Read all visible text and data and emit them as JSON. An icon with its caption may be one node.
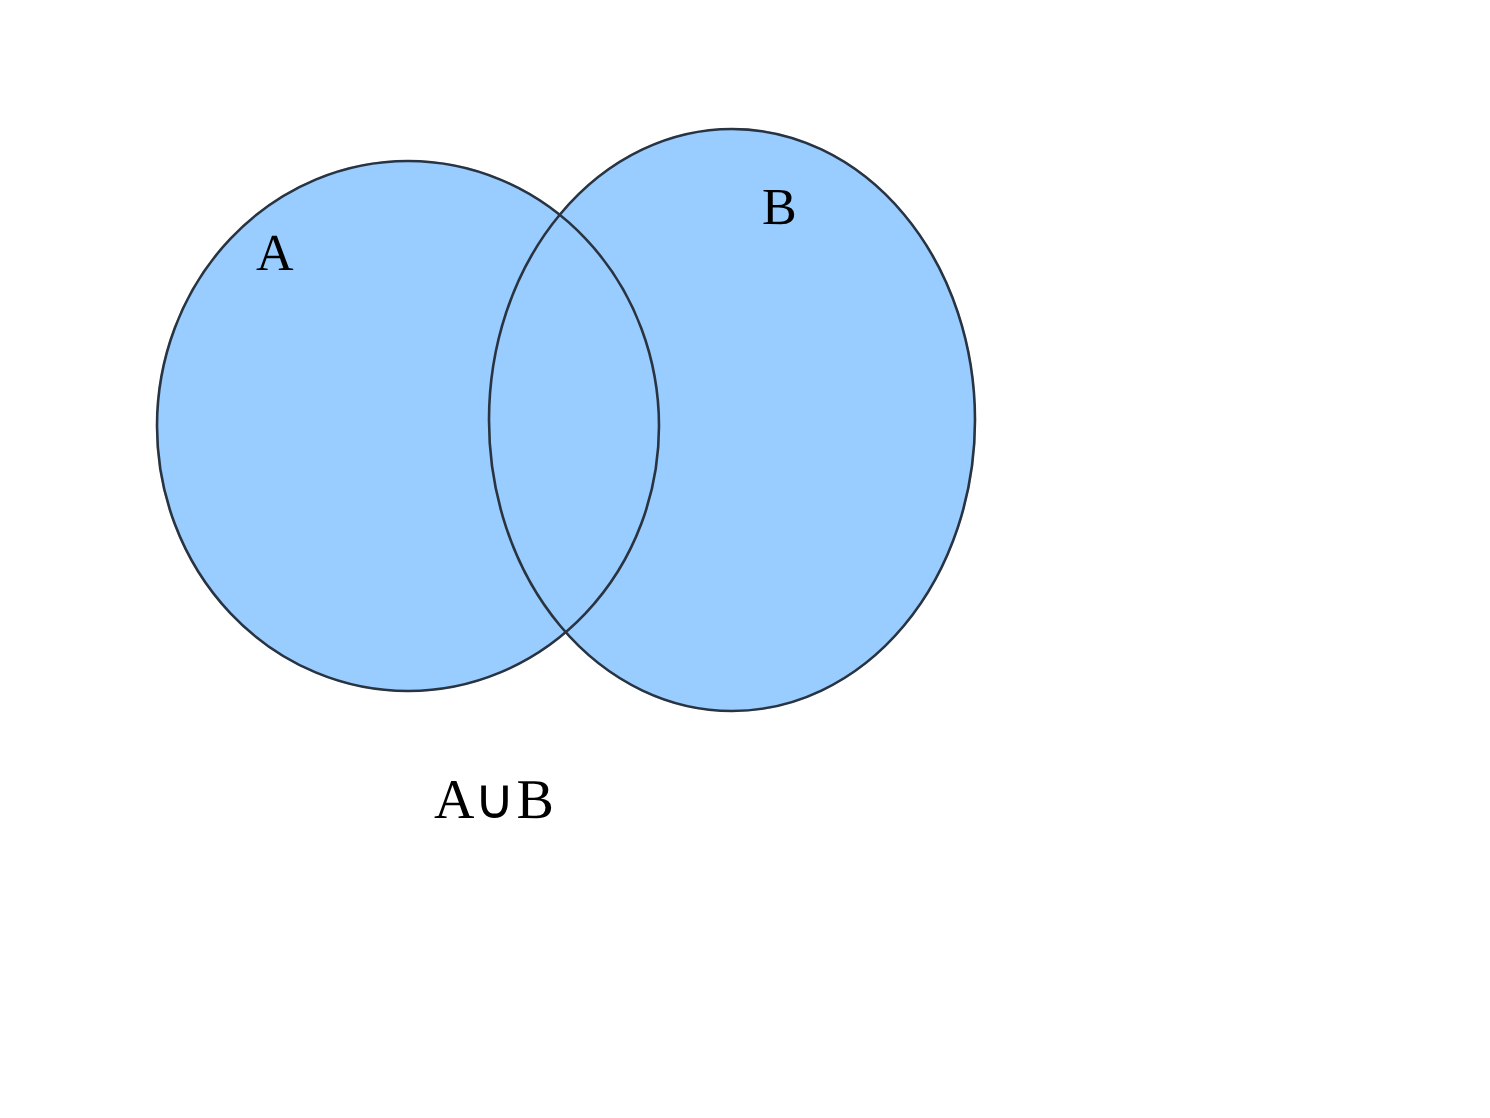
{
  "diagram": {
    "caption": "A∪B",
    "nodes": [
      {
        "text": [
          "A"
        ]
      },
      {
        "text": [
          "B"
        ]
      }
    ],
    "edges": []
  }
}
